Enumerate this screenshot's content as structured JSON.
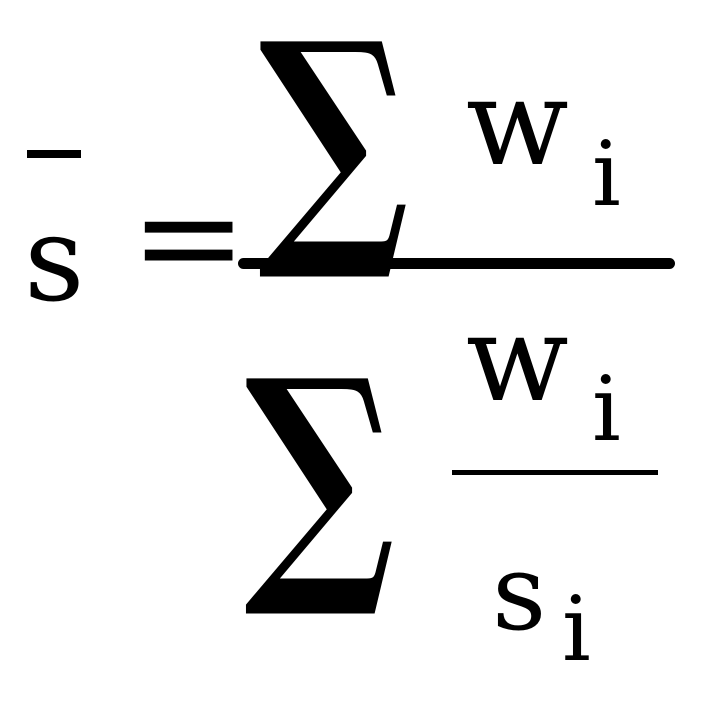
{
  "formula": {
    "lhs": {
      "symbol": "s",
      "overbar": "¯"
    },
    "equals": "=",
    "numerator": {
      "sum": "∑",
      "weight": "w",
      "subscript": "i"
    },
    "denominator": {
      "sum": "∑",
      "inner_fraction": {
        "numerator": {
          "weight": "w",
          "subscript": "i"
        },
        "denominator": {
          "symbol": "s",
          "subscript": "i"
        }
      }
    }
  }
}
